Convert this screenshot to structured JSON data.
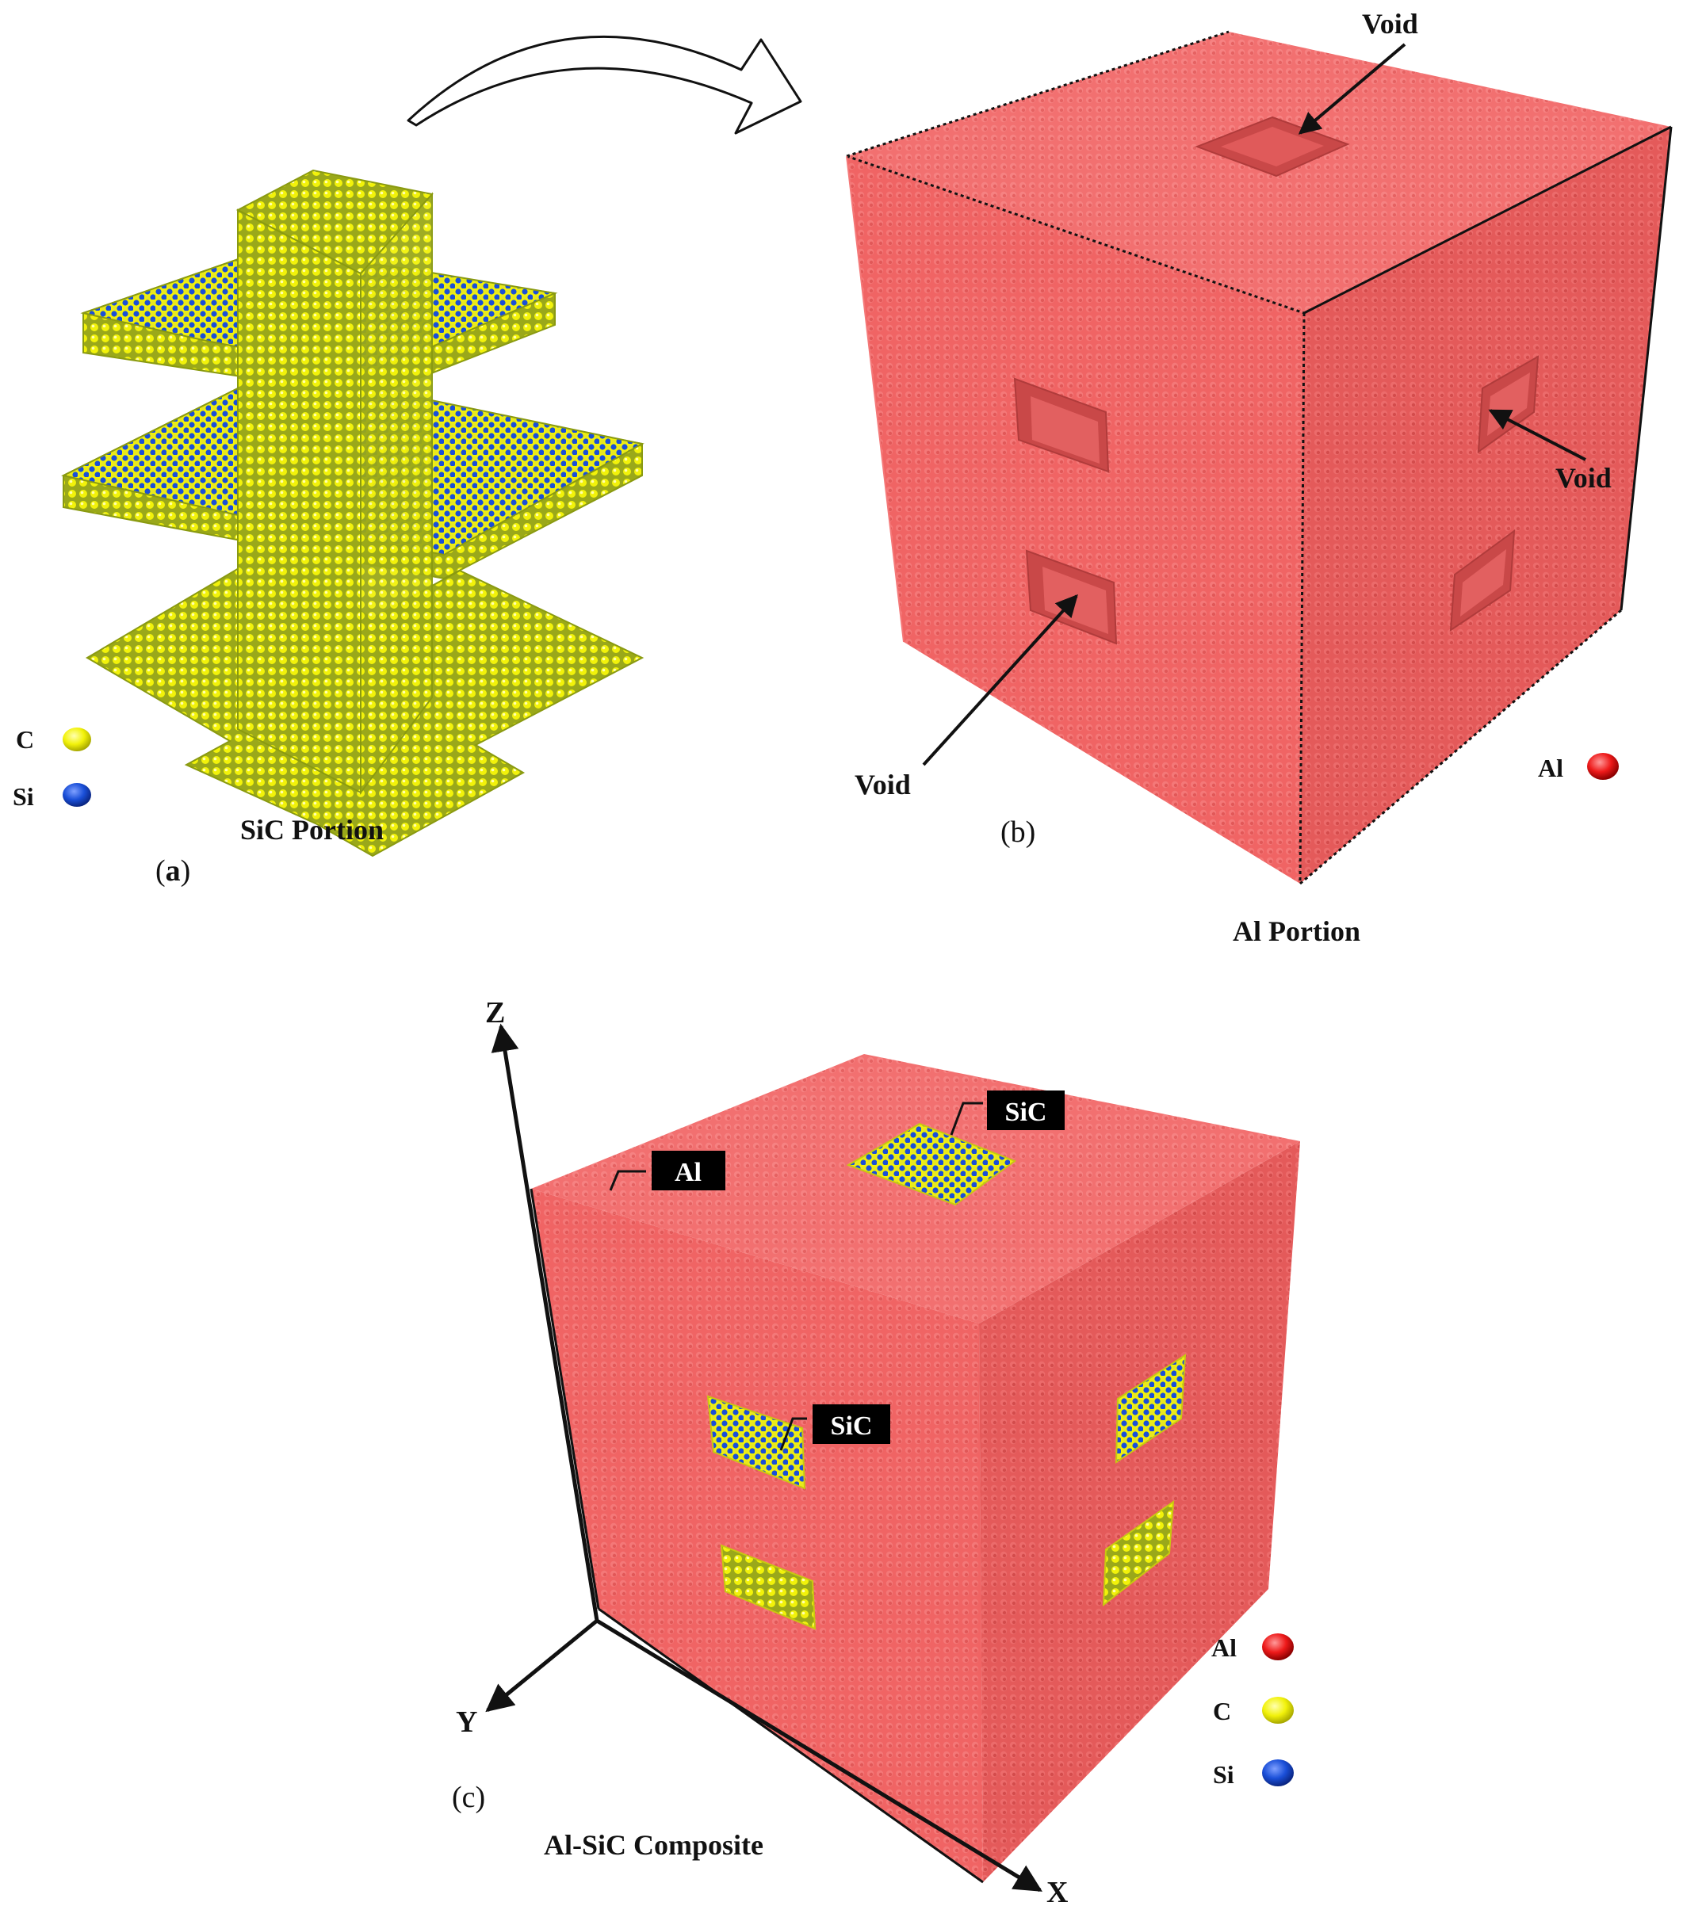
{
  "colors": {
    "al": "#f06464",
    "al_dark": "#d84e4e",
    "carbon": "#f2f20a",
    "silicon": "#1a4fd8",
    "line": "#111111"
  },
  "panel_a": {
    "letter_open": "(",
    "letter": "a",
    "letter_close": ")",
    "caption": "SiC Portion",
    "legend": [
      {
        "label": "C",
        "color_key": "carbon"
      },
      {
        "label": "Si",
        "color_key": "silicon"
      }
    ]
  },
  "panel_b": {
    "letter": "(b)",
    "caption": "Al Portion",
    "void_labels": [
      "Void",
      "Void",
      "Void"
    ],
    "legend": [
      {
        "label": "Al",
        "color_key": "al"
      }
    ]
  },
  "panel_c": {
    "letter": "(c)",
    "caption": "Al-SiC Composite",
    "tags": [
      "Al",
      "SiC",
      "SiC"
    ],
    "axes": {
      "x": "X",
      "y": "Y",
      "z": "Z"
    },
    "legend": [
      {
        "label": "Al",
        "color_key": "al"
      },
      {
        "label": "C",
        "color_key": "carbon"
      },
      {
        "label": "Si",
        "color_key": "silicon"
      }
    ]
  }
}
